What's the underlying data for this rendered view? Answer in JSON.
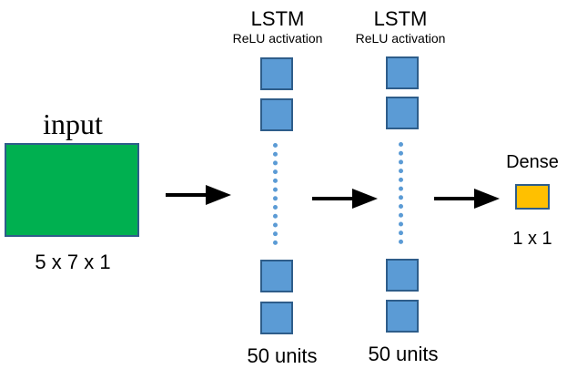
{
  "input": {
    "title": "input",
    "shape": "5 x 7 x 1"
  },
  "layers": [
    {
      "title": "LSTM",
      "activation": "ReLU activation",
      "units_label": "50 units"
    },
    {
      "title": "LSTM",
      "activation": "ReLU activation",
      "units_label": "50 units"
    }
  ],
  "dense": {
    "title": "Dense",
    "shape": "1 x 1"
  },
  "colors": {
    "input_fill": "#00b050",
    "unit_fill": "#5b9bd5",
    "dense_fill": "#ffc000",
    "border": "#2e5d8a",
    "arrow": "#000000"
  }
}
